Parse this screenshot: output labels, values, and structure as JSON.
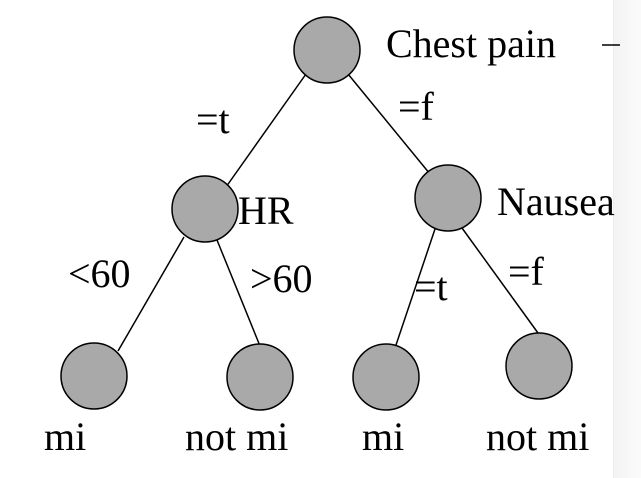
{
  "tree": {
    "root": {
      "label": "Chest pain"
    },
    "left_edge": "=t",
    "right_edge": "=f",
    "hr_node": {
      "label": "HR"
    },
    "nausea_node": {
      "label": "Nausea"
    },
    "hr_left_edge": "<60",
    "hr_right_edge": ">60",
    "nausea_left_edge": "=t",
    "nausea_right_edge": "=f",
    "leaves": [
      "mi",
      "not mi",
      "mi",
      "not mi"
    ]
  },
  "colors": {
    "node_fill": "#a9a9a9",
    "line": "#000000"
  }
}
